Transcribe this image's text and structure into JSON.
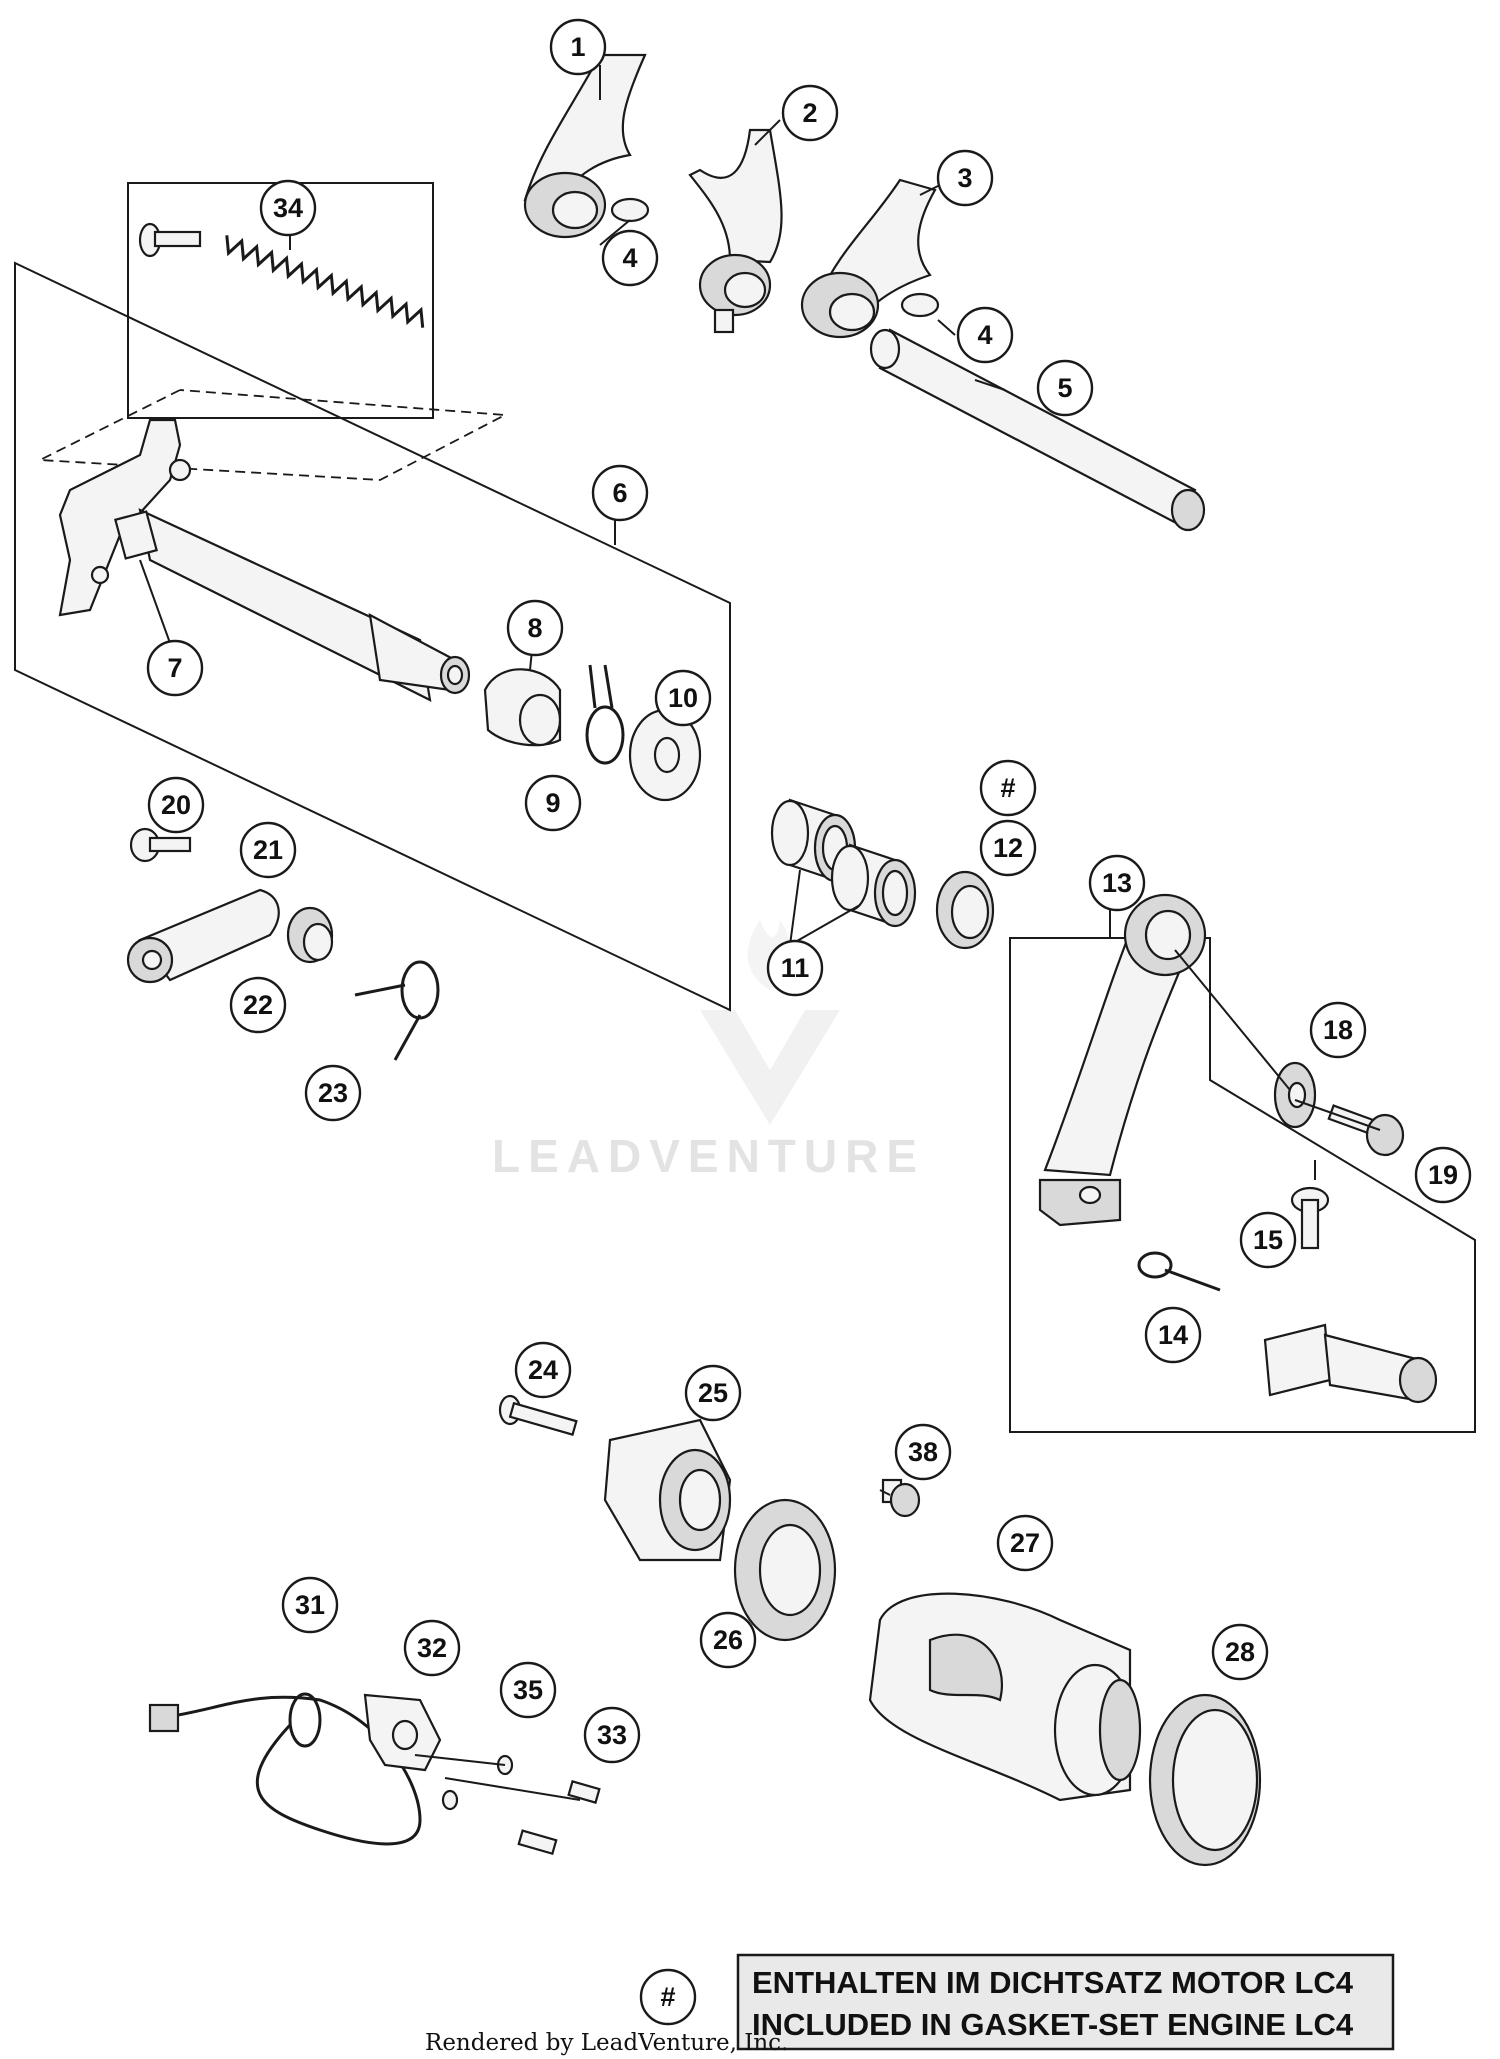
{
  "diagram": {
    "watermark_text": "LEADVENTURE",
    "credit_text": "Rendered by LeadVenture, Inc.",
    "note": {
      "marker": "#",
      "line1": "ENTHALTEN IM DICHTSATZ MOTOR LC4",
      "line2": "INCLUDED IN GASKET-SET ENGINE LC4"
    },
    "callouts": [
      "1",
      "2",
      "3",
      "4",
      "4",
      "5",
      "6",
      "7",
      "8",
      "9",
      "10",
      "#",
      "11",
      "12",
      "13",
      "14",
      "15",
      "18",
      "19",
      "20",
      "21",
      "22",
      "23",
      "24",
      "25",
      "26",
      "27",
      "28",
      "31",
      "32",
      "33",
      "34",
      "35",
      "38"
    ]
  }
}
